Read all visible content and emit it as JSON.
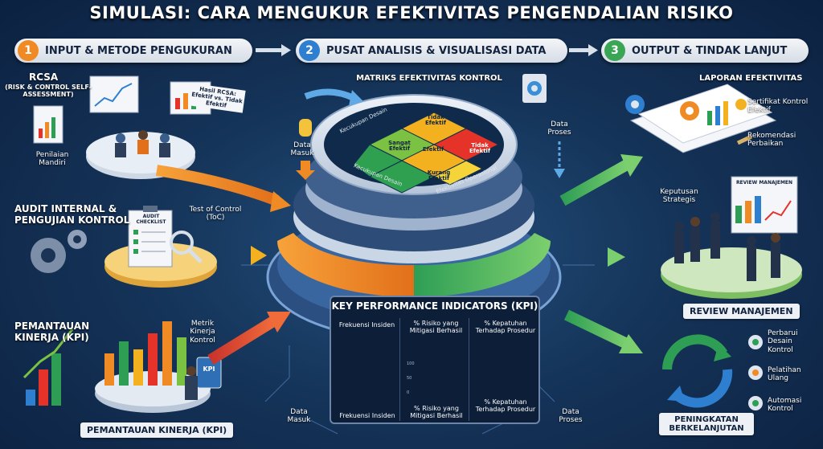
{
  "title": "SIMULASI: CARA MENGUKUR EFEKTIVITAS PENGENDALIAN RISIKO",
  "phases": [
    {
      "num": "1",
      "label": "INPUT & METODE PENGUKURAN",
      "color": "#f08a24"
    },
    {
      "num": "2",
      "label": "PUSAT ANALISIS & VISUALISASI DATA",
      "color": "#2f7fd1"
    },
    {
      "num": "3",
      "label": "OUTPUT & TINDAK LANJUT",
      "color": "#3aa655"
    }
  ],
  "left": {
    "rcsa_title": "RCSA",
    "rcsa_sub": "(RISK & CONTROL SELF-ASSESSMENT)",
    "rcsa_board": "Hasil RCSA: Efektif vs. Tidak Efektif",
    "penilaian": "Penilaian Mandiri",
    "audit_title": "AUDIT INTERNAL & PENGUJIAN KONTROL",
    "toc": "Test of Control (ToC)",
    "checklist": "AUDIT CHECKLIST",
    "pemantauan_title": "PEMANTAUAN KINERJA (KPI)",
    "metrik": "Metrik Kinerja Kontrol",
    "kpi_tablet": "KPI",
    "bottom_label": "PEMANTAUAN KINERJA (KPI)"
  },
  "center": {
    "matrix_title": "MATRIKS EFEKTIVITAS KONTROL",
    "axis_top": "Kecukupan Desain",
    "axis_bottom_left": "Kecukupan Desain",
    "axis_bottom_right": "Efektivitas Operasional",
    "cells": {
      "tidak_efektif_top": "Tidak Efektif",
      "sangat_efektif": "Sangat Efektif",
      "efektif": "Efektif",
      "tidak_efektif_right": "Tidak Efektif",
      "kurang_efektif": "Kurang Efektif"
    },
    "data_masuk_top": "Data Masuk",
    "data_proses_top": "Data Proses",
    "data_masuk_bottom": "Data Masuk",
    "data_proses_bottom": "Data Proses"
  },
  "kpi": {
    "title": "KEY PERFORMANCE INDICATORS (KPI)",
    "col1_head": "Frekuensi Insiden",
    "col1_foot": "Frekuensi Insiden",
    "col2_head": "% Risiko yang Mitigasi Berhasil",
    "col2_foot": "% Risiko yang Mitigasi Berhasil",
    "col3_head": "% Kepatuhan Terhadap Prosedur",
    "col3_foot": "% Kepatuhan Terhadap Prosedur",
    "col2_axis": [
      "100",
      "50",
      "0"
    ]
  },
  "right": {
    "laporan_title": "LAPORAN EFEKTIVITAS",
    "sertifikat": "Sertifikat Kontrol Efektif",
    "rekomendasi": "Rekomendasi Perbaikan",
    "keputusan": "Keputusan Strategis",
    "board": "REVIEW MANAJEMEN",
    "review_title": "REVIEW MANAJEMEN",
    "perbarui": "Perbarui Desain Kontrol",
    "pelatihan": "Pelatihan Ulang",
    "automasi": "Automasi Kontrol",
    "peningkatan_title": "PENINGKATAN BERKELANJUTAN"
  }
}
